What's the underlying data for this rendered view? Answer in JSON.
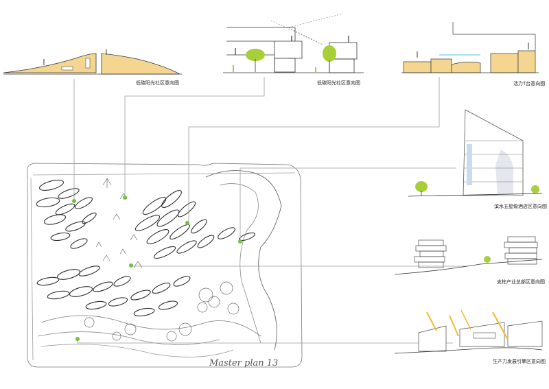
{
  "labels": {
    "section_1": "低碳阳光社区意向图",
    "section_2": "低碳阳光社区意向图",
    "section_3": "活力T台意向图",
    "section_4": "滨水五星级酒店区意向图",
    "section_5": "支柱产业总部区意向图",
    "section_6": "生产力发展引擎区意向图"
  },
  "signature": "Master plan 13",
  "colors": {
    "terrain_yellow": "#f4d690",
    "tree_green": "#a6cf3a",
    "marker_green": "#6fc23a",
    "leader_line": "#9a9a9a",
    "sketch_ink": "#3a3a3a",
    "sunlight": "#f2b92b",
    "glass_cyan": "#4cc3d9"
  }
}
